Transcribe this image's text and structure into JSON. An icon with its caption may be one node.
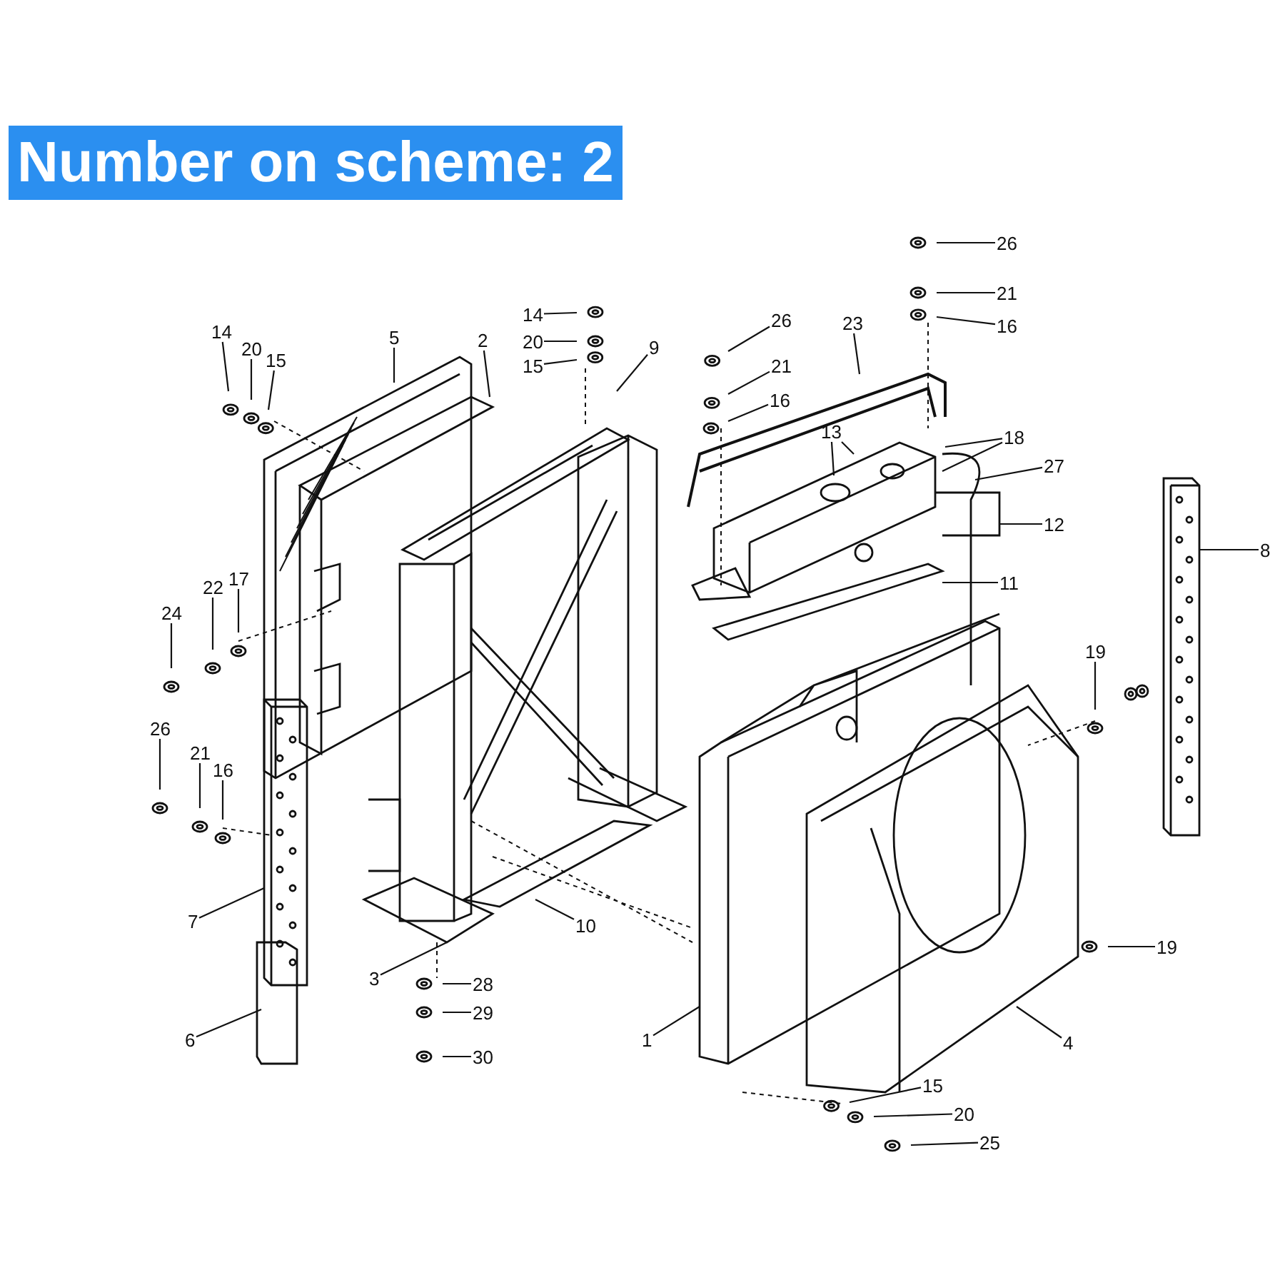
{
  "diagram": {
    "title": "Number on scheme: 2",
    "nodes": [
      {
        "text": [
          "14"
        ]
      },
      {
        "text": [
          "20"
        ]
      },
      {
        "text": [
          "15"
        ]
      },
      {
        "text": [
          "5"
        ]
      },
      {
        "text": [
          "2"
        ]
      },
      {
        "text": [
          "14"
        ]
      },
      {
        "text": [
          "20"
        ]
      },
      {
        "text": [
          "15"
        ]
      },
      {
        "text": [
          "9"
        ]
      },
      {
        "text": [
          "26"
        ]
      },
      {
        "text": [
          "21"
        ]
      },
      {
        "text": [
          "16"
        ]
      },
      {
        "text": [
          "23"
        ]
      },
      {
        "text": [
          "26"
        ]
      },
      {
        "text": [
          "21"
        ]
      },
      {
        "text": [
          "16"
        ]
      },
      {
        "text": [
          "13"
        ]
      },
      {
        "text": [
          "18"
        ]
      },
      {
        "text": [
          "27"
        ]
      },
      {
        "text": [
          "12"
        ]
      },
      {
        "text": [
          "11"
        ]
      },
      {
        "text": [
          "8"
        ]
      },
      {
        "text": [
          "19"
        ]
      },
      {
        "text": [
          "19"
        ]
      },
      {
        "text": [
          "4"
        ]
      },
      {
        "text": [
          "1"
        ]
      },
      {
        "text": [
          "15"
        ]
      },
      {
        "text": [
          "20"
        ]
      },
      {
        "text": [
          "25"
        ]
      },
      {
        "text": [
          "30"
        ]
      },
      {
        "text": [
          "29"
        ]
      },
      {
        "text": [
          "28"
        ]
      },
      {
        "text": [
          "3"
        ]
      },
      {
        "text": [
          "10"
        ]
      },
      {
        "text": [
          "6"
        ]
      },
      {
        "text": [
          "7"
        ]
      },
      {
        "text": [
          "16"
        ]
      },
      {
        "text": [
          "21"
        ]
      },
      {
        "text": [
          "26"
        ]
      },
      {
        "text": [
          "24"
        ]
      },
      {
        "text": [
          "22"
        ]
      },
      {
        "text": [
          "17"
        ]
      }
    ],
    "edges": [
      {
        "from": 0,
        "to": null,
        "arrow": "none"
      },
      {
        "from": 1,
        "to": null,
        "arrow": "none"
      },
      {
        "from": 2,
        "to": null,
        "arrow": "none"
      },
      {
        "from": 3,
        "to": null,
        "arrow": "none"
      },
      {
        "from": 4,
        "to": null,
        "arrow": "none"
      },
      {
        "from": 5,
        "to": null,
        "arrow": "none"
      },
      {
        "from": 6,
        "to": null,
        "arrow": "none"
      },
      {
        "from": 7,
        "to": null,
        "arrow": "none"
      },
      {
        "from": 8,
        "to": null,
        "arrow": "none"
      },
      {
        "from": 9,
        "to": null,
        "arrow": "none"
      },
      {
        "from": 10,
        "to": null,
        "arrow": "none"
      },
      {
        "from": 11,
        "to": null,
        "arrow": "none"
      },
      {
        "from": 12,
        "to": null,
        "arrow": "none"
      },
      {
        "from": 13,
        "to": null,
        "arrow": "none"
      },
      {
        "from": 14,
        "to": null,
        "arrow": "none"
      },
      {
        "from": 15,
        "to": null,
        "arrow": "none"
      },
      {
        "from": 16,
        "to": null,
        "arrow": "none"
      },
      {
        "from": 16,
        "to": null,
        "arrow": "none"
      },
      {
        "from": 17,
        "to": null,
        "arrow": "none"
      },
      {
        "from": 17,
        "to": null,
        "arrow": "none"
      },
      {
        "from": 18,
        "to": null,
        "arrow": "none"
      },
      {
        "from": 19,
        "to": null,
        "arrow": "none"
      },
      {
        "from": 20,
        "to": null,
        "arrow": "none"
      },
      {
        "from": 21,
        "to": null,
        "arrow": "none"
      },
      {
        "from": 22,
        "to": null,
        "arrow": "none"
      },
      {
        "from": 23,
        "to": null,
        "arrow": "none"
      },
      {
        "from": 24,
        "to": null,
        "arrow": "none"
      },
      {
        "from": 25,
        "to": null,
        "arrow": "none"
      },
      {
        "from": 26,
        "to": null,
        "arrow": "none"
      },
      {
        "from": 27,
        "to": null,
        "arrow": "none"
      },
      {
        "from": 28,
        "to": null,
        "arrow": "none"
      },
      {
        "from": 29,
        "to": null,
        "arrow": "none"
      },
      {
        "from": 30,
        "to": null,
        "arrow": "none"
      },
      {
        "from": 31,
        "to": null,
        "arrow": "none"
      },
      {
        "from": 32,
        "to": null,
        "arrow": "none"
      },
      {
        "from": 33,
        "to": null,
        "arrow": "none"
      },
      {
        "from": 34,
        "to": null,
        "arrow": "none"
      },
      {
        "from": 35,
        "to": null,
        "arrow": "none"
      },
      {
        "from": 36,
        "to": null,
        "arrow": "none"
      },
      {
        "from": 37,
        "to": null,
        "arrow": "none"
      },
      {
        "from": 38,
        "to": null,
        "arrow": "none"
      },
      {
        "from": 39,
        "to": null,
        "arrow": "none"
      },
      {
        "from": 40,
        "to": null,
        "arrow": "none"
      },
      {
        "from": 41,
        "to": null,
        "arrow": "none"
      }
    ]
  }
}
